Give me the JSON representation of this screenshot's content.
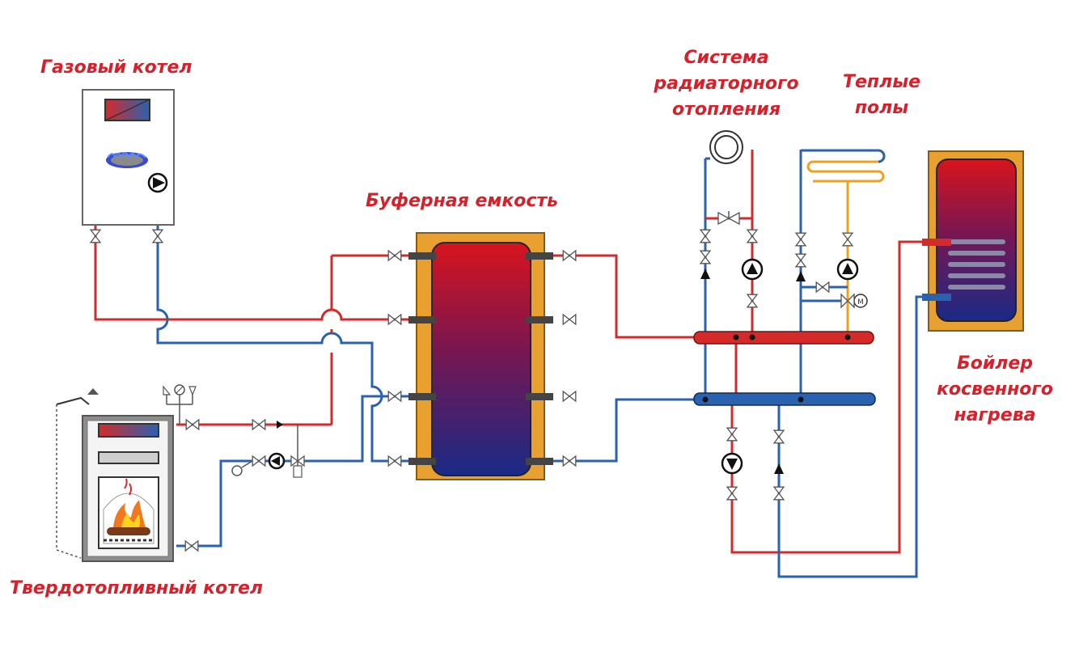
{
  "labels": {
    "gas_boiler": "Газовый котел",
    "buffer_tank": "Буферная емкость",
    "radiator_system": [
      "Система",
      "радиаторного",
      "отопления"
    ],
    "floor_heating": [
      "Теплые",
      "полы"
    ],
    "indirect_boiler": [
      "Бойлер",
      "косвенного",
      "нагрева"
    ],
    "solid_fuel_boiler": "Твердотопливный котел"
  },
  "colors": {
    "label": "#d6202a",
    "hot_pipe": "#d42a2a",
    "cold_pipe": "#2a62b0",
    "floor_pipe": "#f0a020",
    "tank_jacket": "#e8a030",
    "tank_frame": "#8a5a10"
  },
  "icons": [
    "valve-icon",
    "pump-icon",
    "check-valve-icon",
    "flame-icon",
    "burner-icon",
    "thermometer-icon",
    "mixing-valve-icon",
    "motor-icon"
  ]
}
